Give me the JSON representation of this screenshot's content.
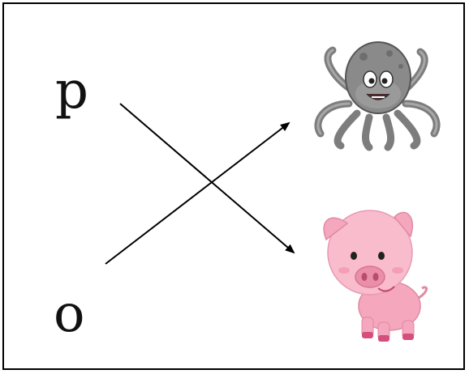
{
  "letters": [
    {
      "id": "p",
      "text": "p"
    },
    {
      "id": "o",
      "text": "o"
    }
  ],
  "pictures": [
    {
      "id": "octopus",
      "icon": "octopus-icon",
      "color": "#8a8a8a"
    },
    {
      "id": "pig",
      "icon": "pig-icon",
      "color": "#f4a7bd"
    }
  ],
  "connections": [
    {
      "from": "p",
      "to": "pig"
    },
    {
      "from": "o",
      "to": "octopus"
    }
  ],
  "colors": {
    "line": "#000000",
    "border": "#000000"
  }
}
